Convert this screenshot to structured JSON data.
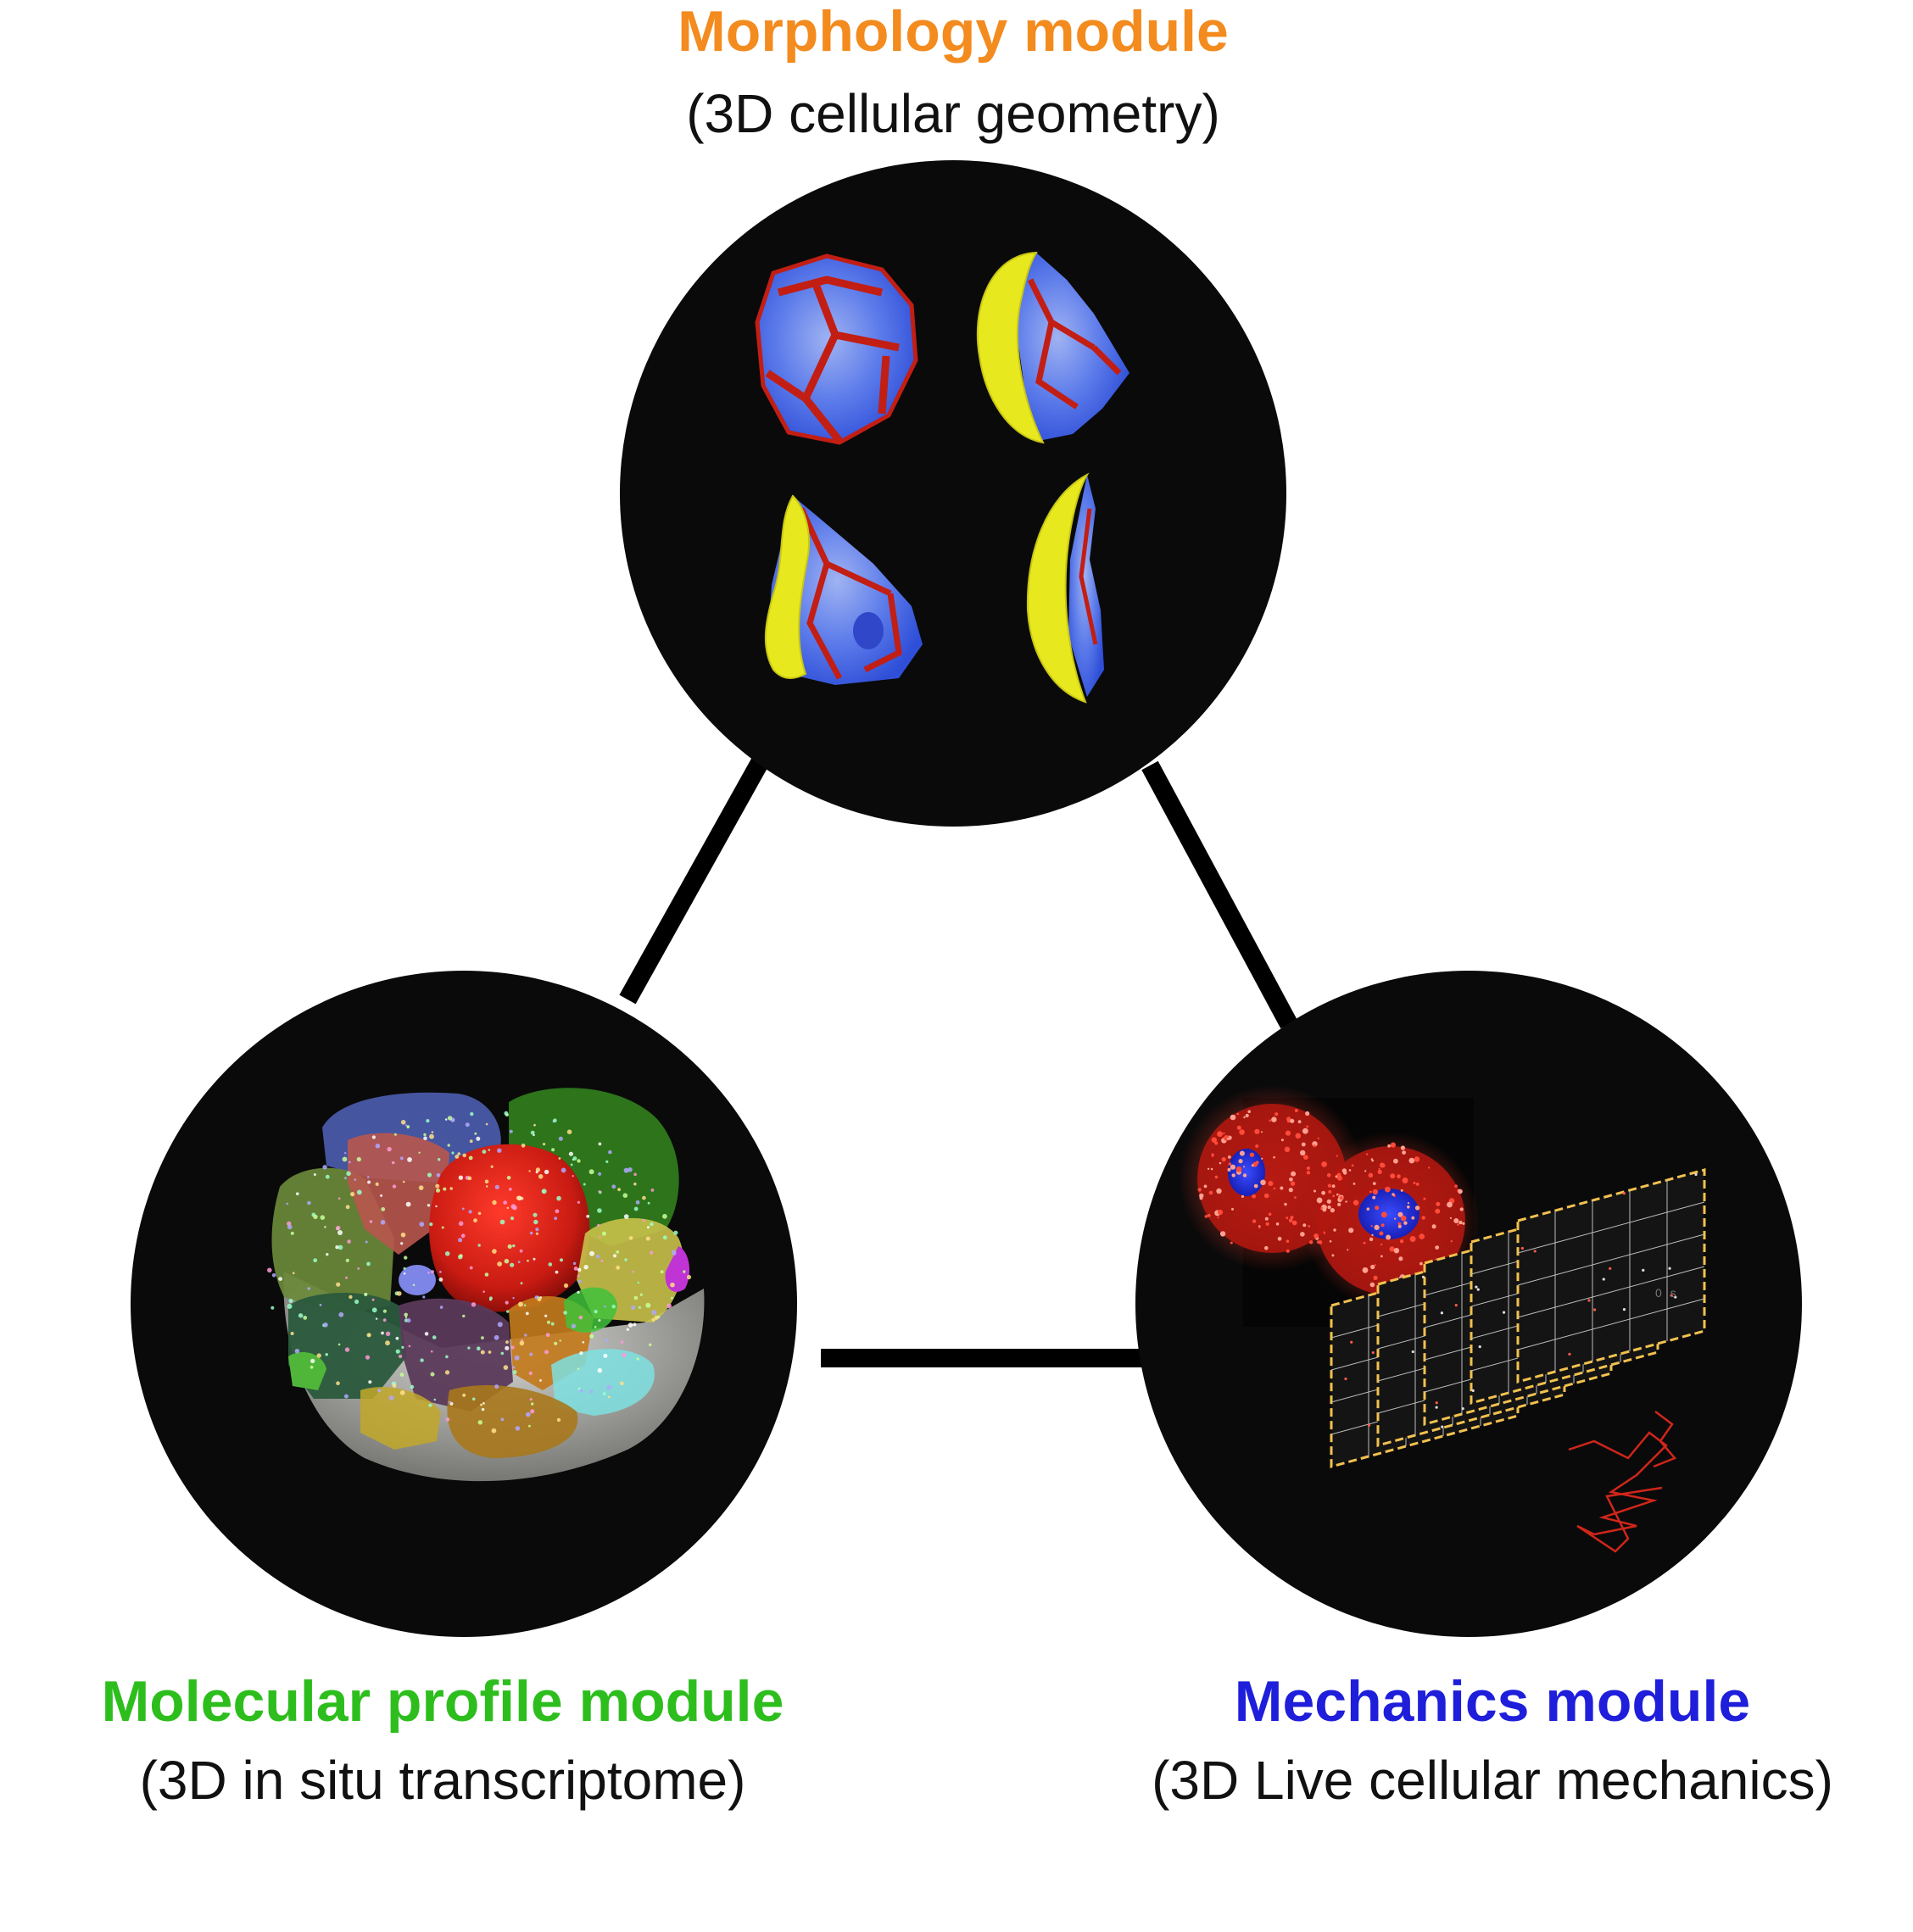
{
  "modules": {
    "morphology": {
      "title": "Morphology module",
      "subtitle": "(3D cellular geometry)",
      "color": "#F38B1E"
    },
    "molecular": {
      "title": "Molecular profile module",
      "subtitle": "(3D in situ transcriptome)",
      "color": "#2DBE1D"
    },
    "mechanics": {
      "title": "Mechanics module",
      "subtitle": "(3D Live cellular mechanics)",
      "color": "#1E1EDB"
    }
  },
  "colors": {
    "circle": "#0a0a0a",
    "connector": "#000000",
    "morph_blue": "#5C7BEA",
    "morph_red": "#C21E14",
    "morph_yellow": "#E8E81E",
    "track_red": "#D0261A",
    "grid_yellow": "#F2C14E"
  },
  "mechanics": {
    "timestamp": "0 s"
  }
}
